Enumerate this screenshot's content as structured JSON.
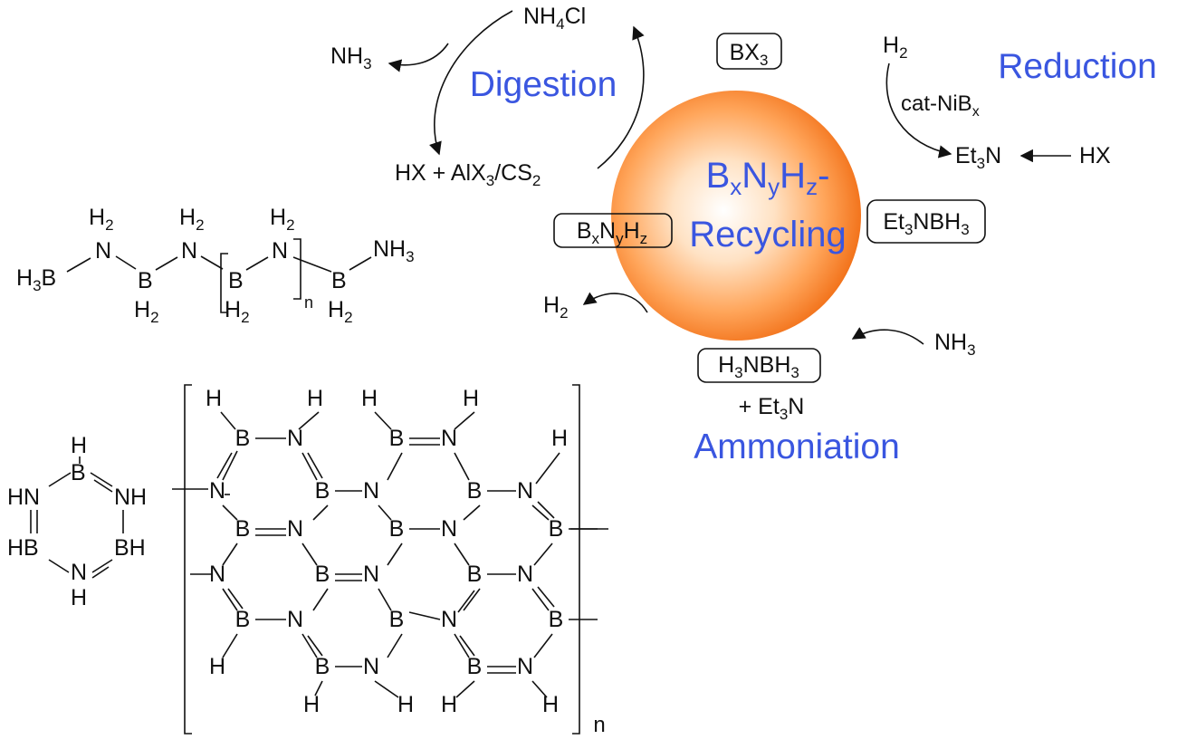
{
  "colors": {
    "accent_blue": "#3a56e0",
    "sphere_light": "#ffffff",
    "sphere_mid": "#ffb26b",
    "sphere_dark": "#f06a10",
    "ink": "#111111"
  },
  "sphere": {
    "line1": {
      "b": "B",
      "x": "x",
      "n": "N",
      "y": "y",
      "h": "H",
      "z": "z",
      "dash": "-"
    },
    "line2": "Recycling"
  },
  "stage_labels": {
    "digestion": "Digestion",
    "reduction": "Reduction",
    "ammoniation": "Ammoniation"
  },
  "boxes": {
    "bx3": {
      "b": "BX",
      "sub": "3"
    },
    "et3nbh3": {
      "a": "Et",
      "sub1": "3",
      "b": "NBH",
      "sub2": "3"
    },
    "h3nbh3": {
      "a": "H",
      "sub1": "3",
      "b": "NBH",
      "sub2": "3"
    },
    "bxnyhz": {
      "b": "B",
      "x": "x",
      "n": "N",
      "y": "y",
      "h": "H",
      "z": "z"
    }
  },
  "species": {
    "nh4cl": {
      "a": "NH",
      "sub": "4",
      "b": "Cl"
    },
    "nh3_left": {
      "a": "NH",
      "sub": "3"
    },
    "hx_alx3": {
      "a": "HX + AlX",
      "sub1": "3",
      "b": "/CS",
      "sub2": "2"
    },
    "h2_top": {
      "a": "H",
      "sub": "2"
    },
    "cat": {
      "a": "cat-NiB",
      "sub": "x"
    },
    "et3n": {
      "a": "Et",
      "sub": "3",
      "b": "N"
    },
    "hx_right": "HX",
    "h2_left": {
      "a": "H",
      "sub": "2"
    },
    "nh3_right": {
      "a": "NH",
      "sub": "3"
    },
    "plus_et3n": {
      "a": "+ Et",
      "sub": "3",
      "b": "N"
    }
  },
  "chain": {
    "h3b": {
      "a": "H",
      "sub": "3",
      "b": "B"
    },
    "h2": "H",
    "two": "2",
    "n": "N",
    "b": "B",
    "nh3": {
      "a": "NH",
      "sub": "3"
    },
    "n_index": "n"
  },
  "borazine": {
    "h": "H",
    "b": "B",
    "hn": "HN",
    "nh": "NH",
    "hb": "HB",
    "bh": "BH",
    "n": "N"
  },
  "sheet": {
    "b": "B",
    "n": "N",
    "h": "H",
    "n_index": "n"
  }
}
